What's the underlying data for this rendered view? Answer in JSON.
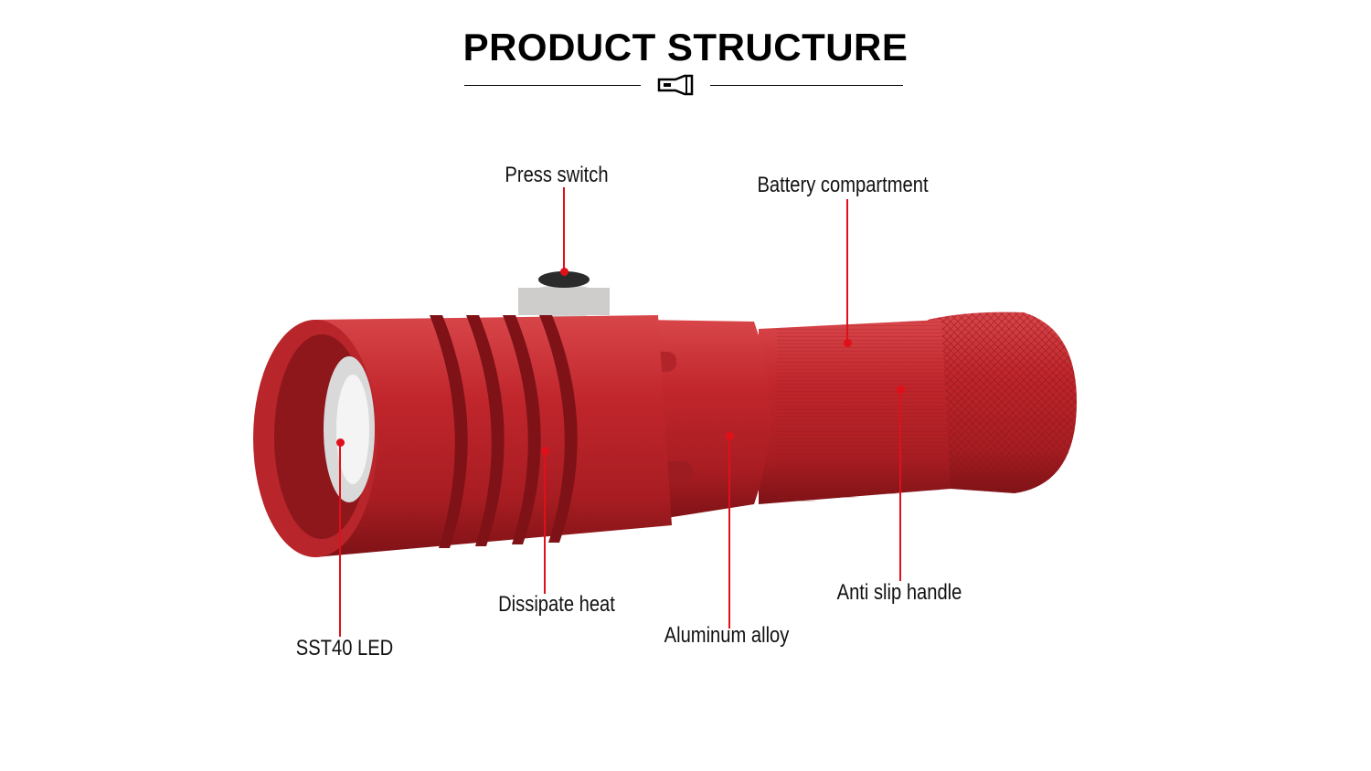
{
  "title": "PRODUCT STRUCTURE",
  "header_icon": "flashlight-icon",
  "accent_color": "#e0101a",
  "product_color": "#c1272d",
  "labels": {
    "press_switch": "Press switch",
    "battery_compartment": "Battery compartment",
    "sst40_led": "SST40 LED",
    "dissipate_heat": "Dissipate heat",
    "aluminum_alloy": "Aluminum alloy",
    "anti_slip_handle": "Anti slip handle"
  }
}
